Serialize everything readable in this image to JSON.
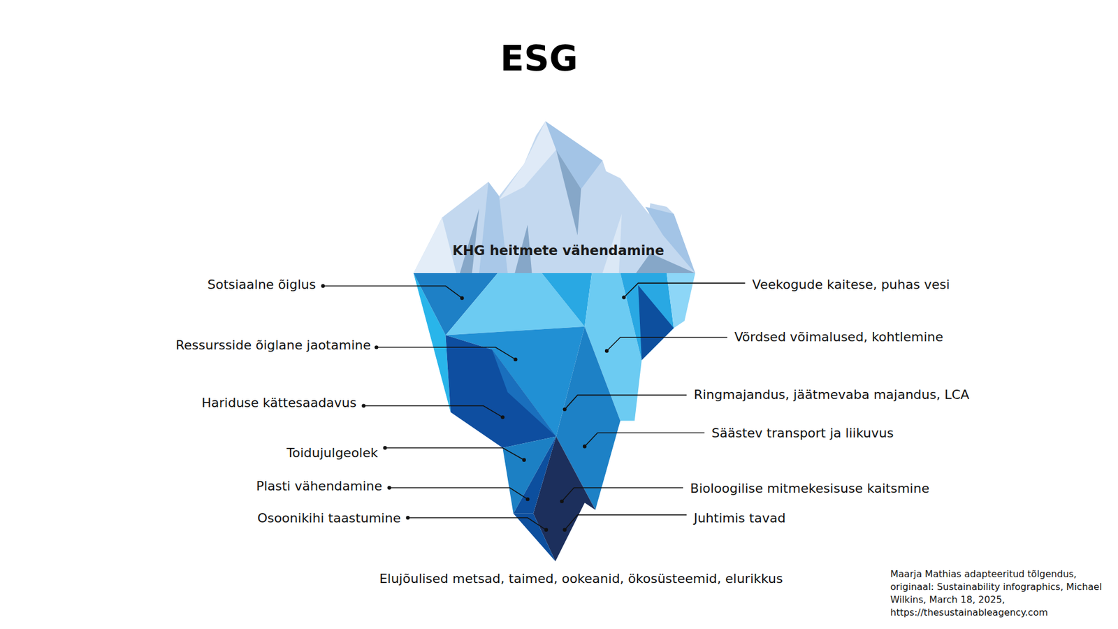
{
  "diagram": {
    "title": "ESG",
    "caption": "Maarja Mathias adapteeritud tõlgendus, originaal: Sustainability infographics, Michael Wilkins, March 18, 2025, https://thesustainableagency.com",
    "labels": [
      "KHG heitmete vähendamine",
      "Sotsiaalne õiglus",
      "Veekogude kaitese, puhas vesi",
      "Ressursside õiglane jaotamine",
      "Võrdsed võimalused, kohtlemine",
      "Hariduse kättesaadavus",
      "Ringmajandus, jäätmevaba majandus, LCA",
      "Toidujulgeolek",
      "Säästev transport ja liikuvus",
      "Plasti vähendamine",
      "Bioloogilise mitmekesisuse kaitsmine",
      "Osoonikihi taastumine",
      "Juhtimis tavad",
      "Elujõulised metsad, taimed, ookeanid, ökosüsteemid, elurikkus"
    ]
  }
}
